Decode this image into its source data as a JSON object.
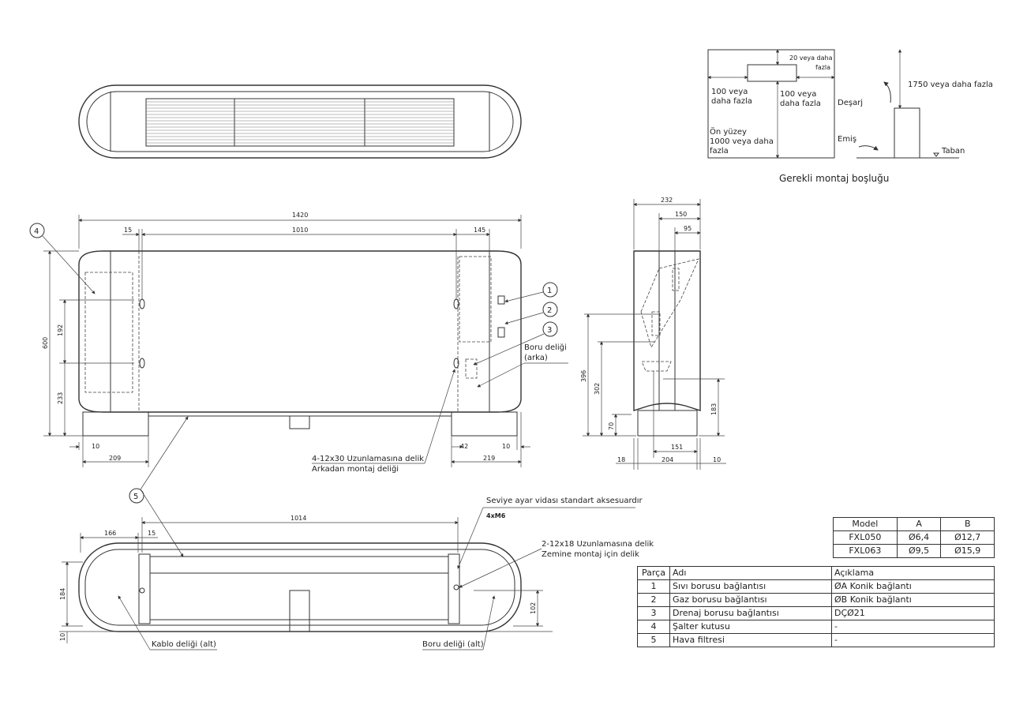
{
  "clearance": {
    "caption": "Gerekli montaj boşluğu",
    "top_gap_1": "20 veya daha",
    "top_gap_2": "fazla",
    "left_gap_1": "100 veya",
    "left_gap_2": "daha fazla",
    "right_gap_1": "100 veya",
    "right_gap_2": "daha fazla",
    "front_1": "Ön yüzey",
    "front_2": "1000 veya daha",
    "front_3": "fazla",
    "discharge": "Deşarj",
    "suction": "Emiş",
    "height": "1750 veya daha fazla",
    "floor": "Taban"
  },
  "front_view": {
    "dims": {
      "total_width": "1420",
      "d15": "15",
      "d1010": "1010",
      "d145": "145",
      "height": "600",
      "d192": "192",
      "d233": "233",
      "d10_left": "10",
      "d209": "209",
      "d42": "42",
      "d10_right": "10",
      "d219": "219"
    },
    "callouts": [
      "1",
      "2",
      "3",
      "4",
      "5"
    ],
    "pipe_hole_1": "Boru deliği",
    "pipe_hole_2": "(arka)",
    "slot_1": "4-12x30 Uzunlamasına delik",
    "slot_2": "Arkadan montaj deliği"
  },
  "side_view": {
    "dims": {
      "d232": "232",
      "d150": "150",
      "d95": "95",
      "d396": "396",
      "d302": "302",
      "d70": "70",
      "d183": "183",
      "d151": "151",
      "d18": "18",
      "d204": "204",
      "d10": "10"
    }
  },
  "bottom_view": {
    "dims": {
      "d1014": "1014",
      "d166": "166",
      "d15": "15",
      "d184": "184",
      "d10": "10",
      "d102": "102"
    },
    "leveling_1": "Seviye ayar vidası standart aksesuardır",
    "leveling_2": "4xM6",
    "floor_slot_1": "2-12x18 Uzunlamasına delik",
    "floor_slot_2": "Zemine montaj için delik",
    "cable_hole": "Kablo deliği (alt)",
    "pipe_hole": "Boru deliği (alt)"
  },
  "model_table": {
    "headers": [
      "Model",
      "A",
      "B"
    ],
    "rows": [
      [
        "FXL050",
        "Ø6,4",
        "Ø12,7"
      ],
      [
        "FXL063",
        "Ø9,5",
        "Ø15,9"
      ]
    ]
  },
  "parts_table": {
    "headers": [
      "Parça",
      "Adı",
      "Açıklama"
    ],
    "rows": [
      [
        "1",
        "Sıvı borusu bağlantısı",
        "ØA Konik bağlantı"
      ],
      [
        "2",
        "Gaz borusu bağlantısı",
        "ØB Konik bağlantı"
      ],
      [
        "3",
        "Drenaj borusu bağlantısı",
        "DÇØ21"
      ],
      [
        "4",
        "Şalter kutusu",
        "-"
      ],
      [
        "5",
        "Hava filtresi",
        "-"
      ]
    ]
  }
}
